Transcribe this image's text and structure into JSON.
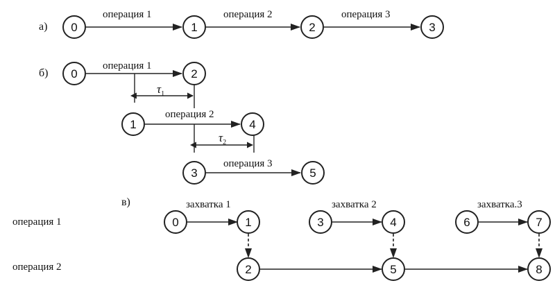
{
  "sections": {
    "a": "а)",
    "b": "б)",
    "v": "в)"
  },
  "row_labels": {
    "op1": "операция 1",
    "op2": "операция 2"
  },
  "a": {
    "nodes": [
      "0",
      "1",
      "2",
      "3"
    ],
    "edge_labels": [
      "операция 1",
      "операция 2",
      "операция 3"
    ]
  },
  "b": {
    "nodes": [
      "0",
      "2",
      "1",
      "4",
      "3",
      "5"
    ],
    "edge_labels": [
      "операция 1",
      "операция 2",
      "операция 3"
    ],
    "tau1": "τ",
    "tau1_sub": "1",
    "tau2": "τ",
    "tau2_sub": "2"
  },
  "v": {
    "captures": [
      "захватка 1",
      "захватка 2",
      "захватка.3"
    ],
    "nodes": [
      "0",
      "1",
      "3",
      "4",
      "6",
      "7",
      "2",
      "5",
      "8"
    ]
  }
}
